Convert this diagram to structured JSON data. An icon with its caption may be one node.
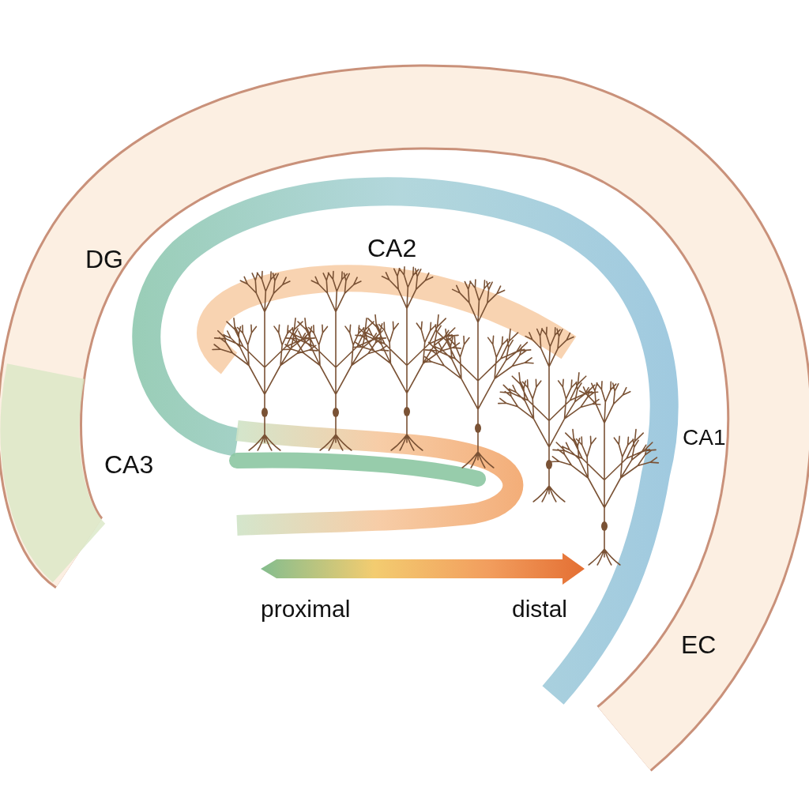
{
  "diagram": {
    "labels": [
      "DG",
      "CA2",
      "CA1",
      "CA3",
      "proximal",
      "distal",
      "EC"
    ]
  }
}
